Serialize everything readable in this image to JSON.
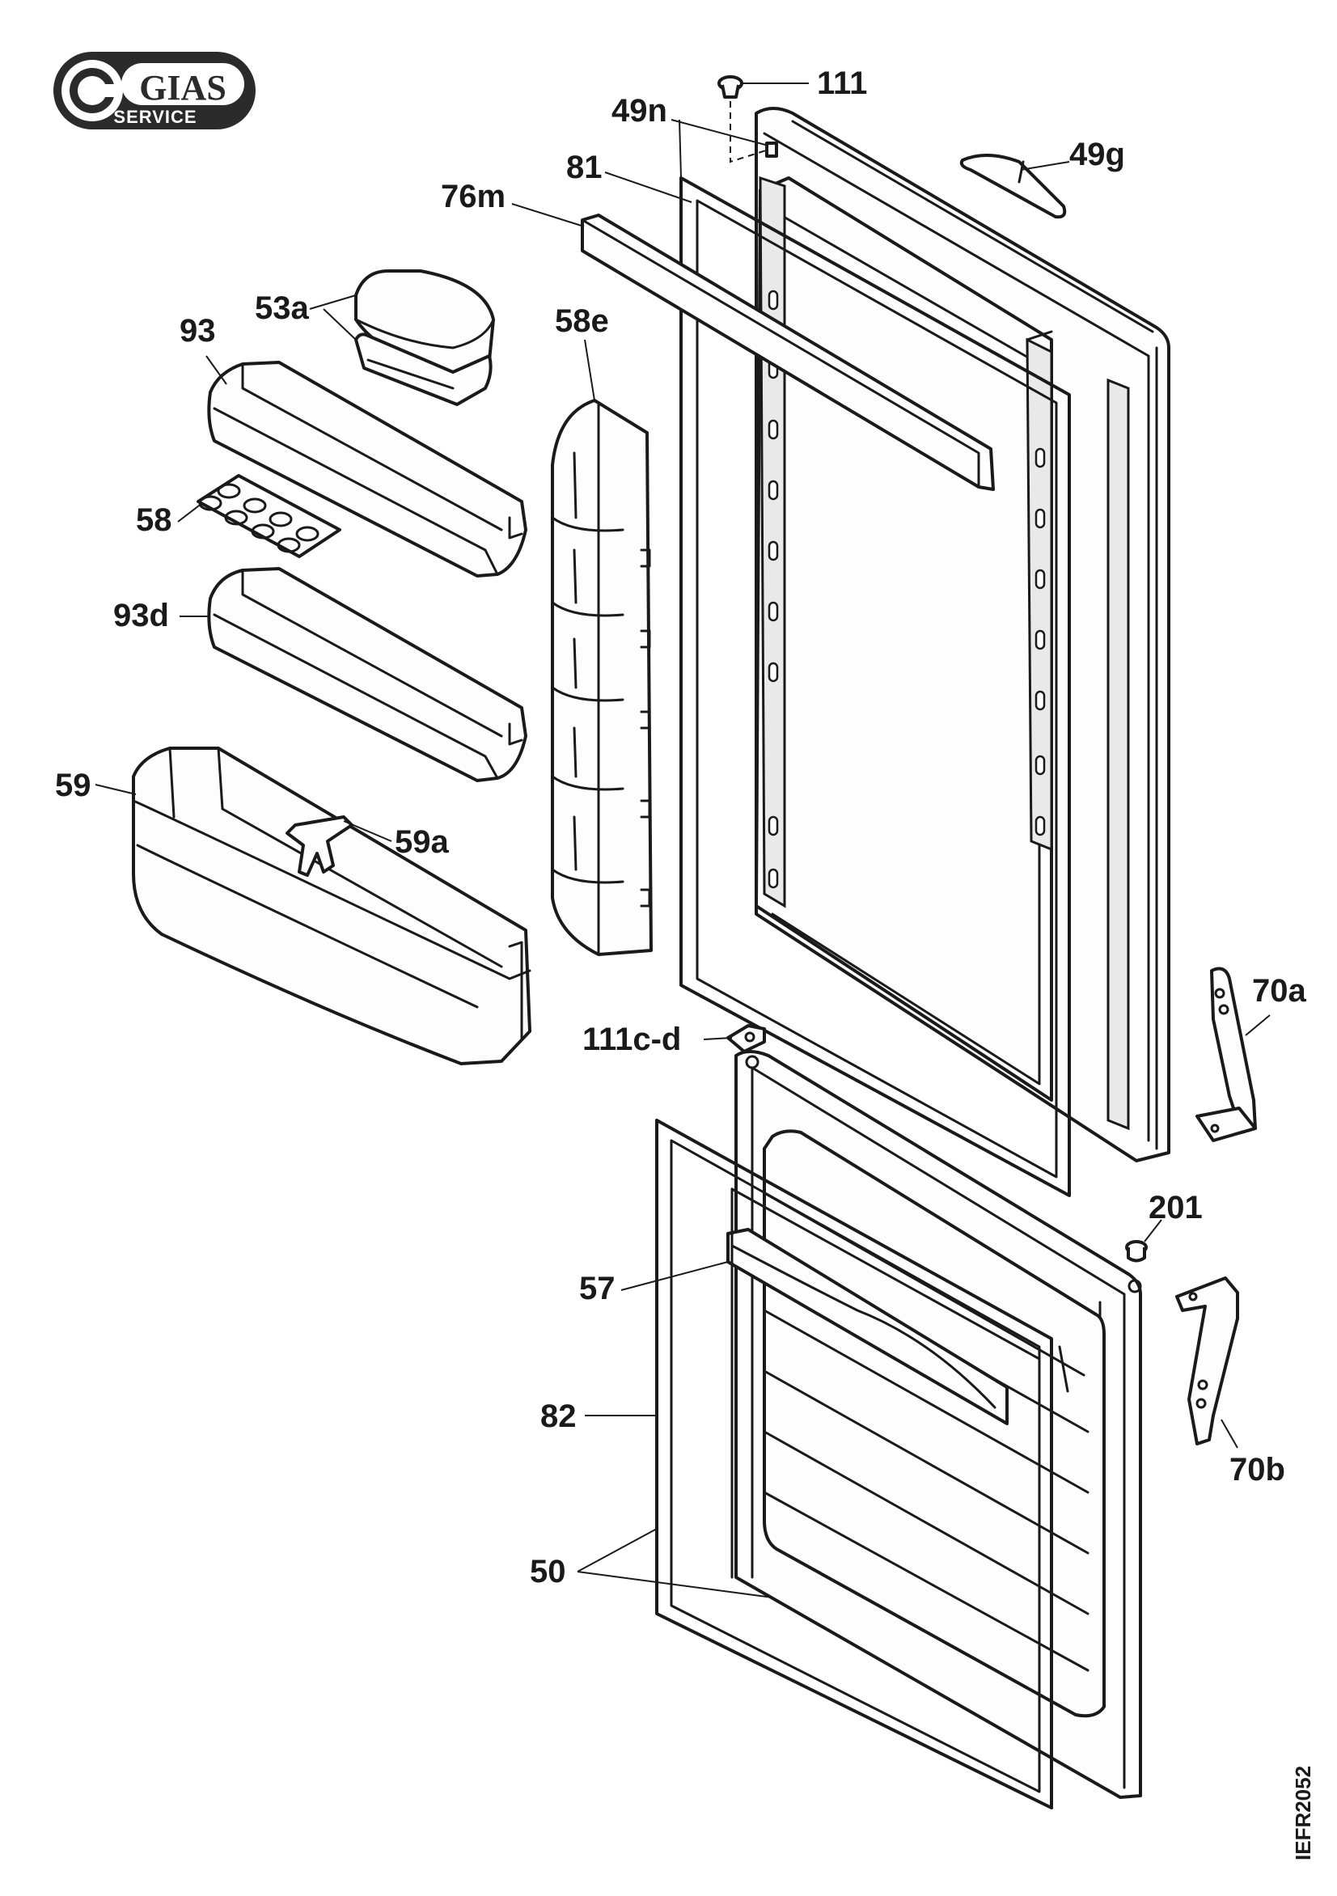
{
  "brand": {
    "name": "GIAS",
    "subtitle": "SERVICE",
    "colors": {
      "badge": "#2b2b2b",
      "text": "#ffffff",
      "ink": "#1a1a1a"
    }
  },
  "labels": {
    "l111": "111",
    "l49n": "49n",
    "l49g": "49g",
    "l81": "81",
    "l76m": "76m",
    "l53a": "53a",
    "l93": "93",
    "l58e": "58e",
    "l58": "58",
    "l93d": "93d",
    "l59": "59",
    "l59a": "59a",
    "l111cd": "111c-d",
    "l70a": "70a",
    "l201": "201",
    "l57": "57",
    "l82": "82",
    "l70b": "70b",
    "l50": "50"
  },
  "drawing_code": "IEFR2052"
}
